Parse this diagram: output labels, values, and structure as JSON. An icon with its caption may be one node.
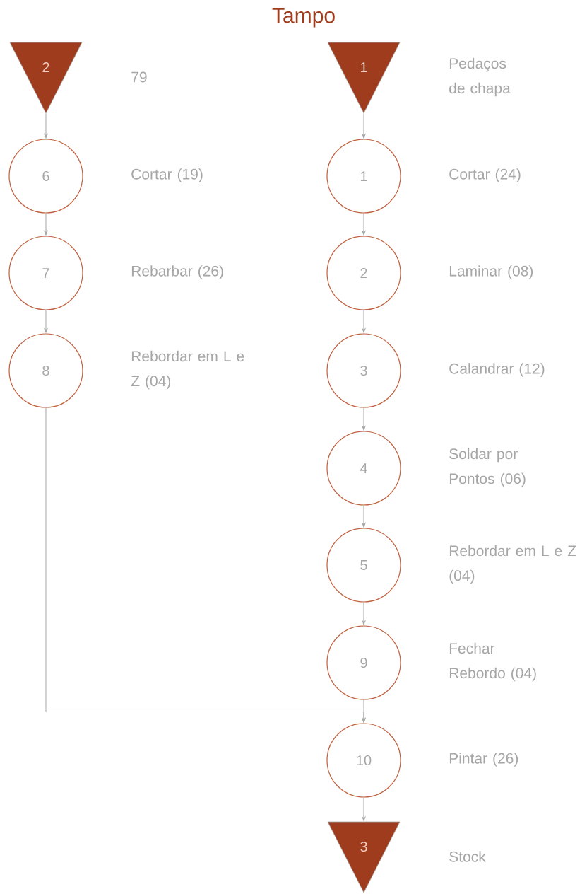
{
  "diagram": {
    "title": "Tampo",
    "nodes": [
      {
        "text": [
          "2"
        ],
        "beside": [
          "79"
        ]
      },
      {
        "text": [
          "6"
        ],
        "beside": [
          "Cortar (19)"
        ]
      },
      {
        "text": [
          "7"
        ],
        "beside": [
          "Rebarbar (26)"
        ]
      },
      {
        "text": [
          "8"
        ],
        "beside": [
          "Rebordar em L e Z (04)"
        ]
      },
      {
        "text": [
          "1"
        ],
        "beside": [
          "Pedaços de chapa"
        ]
      },
      {
        "text": [
          "1"
        ],
        "beside": [
          "Cortar (24)"
        ]
      },
      {
        "text": [
          "2"
        ],
        "beside": [
          "Laminar (08)"
        ]
      },
      {
        "text": [
          "3"
        ],
        "beside": [
          "Calandrar (12)"
        ]
      },
      {
        "text": [
          "4"
        ],
        "beside": [
          "Soldar por Pontos (06)"
        ]
      },
      {
        "text": [
          "5"
        ],
        "beside": [
          "Rebordar em L e Z (04)"
        ]
      },
      {
        "text": [
          "9"
        ],
        "beside": [
          "Fechar Rebordo (04)"
        ]
      },
      {
        "text": [
          "10"
        ],
        "beside": [
          "Pintar (26)"
        ]
      },
      {
        "text": [
          "3"
        ],
        "beside": [
          "Stock"
        ]
      }
    ],
    "edges": [
      {
        "from": 0,
        "to": 1,
        "arrow": "to"
      },
      {
        "from": 1,
        "to": 2,
        "arrow": "to"
      },
      {
        "from": 2,
        "to": 3,
        "arrow": "to"
      },
      {
        "from": 3,
        "to": 11,
        "arrow": "to"
      },
      {
        "from": 4,
        "to": 5,
        "arrow": "to"
      },
      {
        "from": 5,
        "to": 6,
        "arrow": "to"
      },
      {
        "from": 6,
        "to": 7,
        "arrow": "to"
      },
      {
        "from": 7,
        "to": 8,
        "arrow": "to"
      },
      {
        "from": 8,
        "to": 9,
        "arrow": "to"
      },
      {
        "from": 9,
        "to": 10,
        "arrow": "to"
      },
      {
        "from": 10,
        "to": 11,
        "arrow": "to"
      },
      {
        "from": 11,
        "to": 12,
        "arrow": "to"
      }
    ]
  }
}
